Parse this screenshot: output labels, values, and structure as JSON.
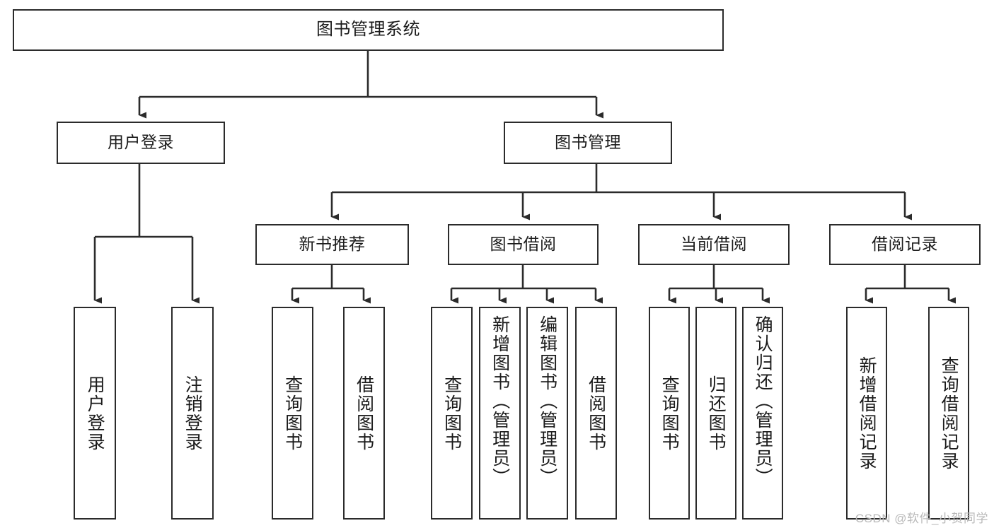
{
  "diagram": {
    "title": "图书管理系统",
    "type": "hierarchy-tree",
    "watermark": "CSDN @软件_小贺同学",
    "colors": {
      "border": "#2b2b2b",
      "text": "#1b1b1b",
      "background": "#ffffff",
      "connector": "#2b2b2b",
      "watermark": "#b9b9b9"
    },
    "root": {
      "label": "图书管理系统"
    },
    "level2": [
      {
        "id": "user-login",
        "label": "用户登录"
      },
      {
        "id": "book-manage",
        "label": "图书管理"
      }
    ],
    "level3": [
      {
        "id": "new-book-recommend",
        "label": "新书推荐"
      },
      {
        "id": "book-borrow",
        "label": "图书借阅"
      },
      {
        "id": "current-borrow",
        "label": "当前借阅"
      },
      {
        "id": "borrow-record",
        "label": "借阅记录"
      }
    ],
    "leaves": {
      "user_login": [
        {
          "id": "leaf-user-login",
          "label": "用户登录"
        },
        {
          "id": "leaf-logout-login",
          "label": "注销登录"
        }
      ],
      "new_book_recommend": [
        {
          "id": "leaf-query-book-1",
          "label": "查询图书"
        },
        {
          "id": "leaf-borrow-book-1",
          "label": "借阅图书"
        }
      ],
      "book_borrow": [
        {
          "id": "leaf-query-book-2",
          "label": "查询图书"
        },
        {
          "id": "leaf-add-book",
          "label": "新增图书（管理员）"
        },
        {
          "id": "leaf-edit-book",
          "label": "编辑图书（管理员）"
        },
        {
          "id": "leaf-borrow-book-2",
          "label": "借阅图书"
        }
      ],
      "current_borrow": [
        {
          "id": "leaf-query-book-3",
          "label": "查询图书"
        },
        {
          "id": "leaf-return-book",
          "label": "归还图书"
        },
        {
          "id": "leaf-confirm-return",
          "label": "确认归还（管理员）"
        }
      ],
      "borrow_record": [
        {
          "id": "leaf-add-record",
          "label": "新增借阅记录"
        },
        {
          "id": "leaf-query-record",
          "label": "查询借阅记录"
        }
      ]
    }
  }
}
